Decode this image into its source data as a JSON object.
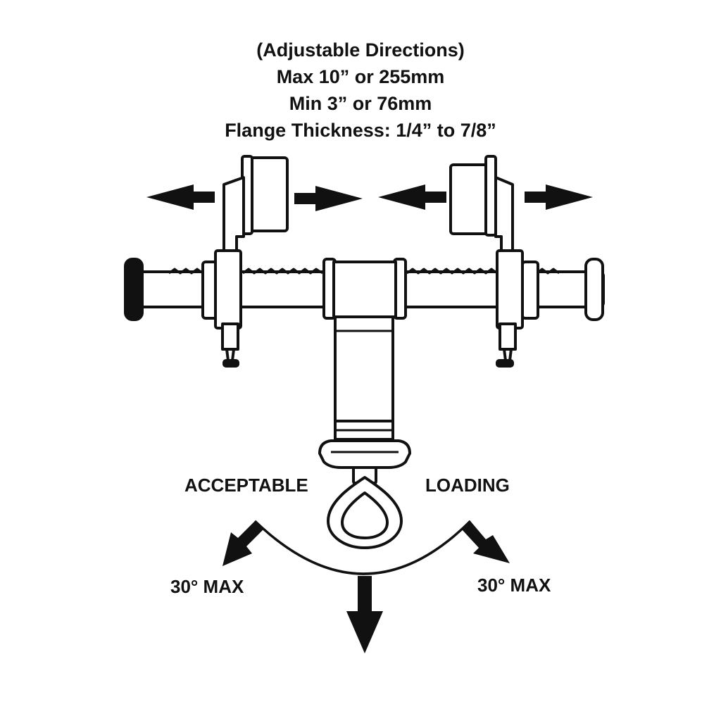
{
  "header": {
    "line1": "(Adjustable Directions)",
    "line2": "Max 10” or 255mm",
    "line3": "Min 3” or 76mm",
    "line4": "Flange Thickness: 1/4” to 7/8”"
  },
  "labels": {
    "acceptable": "ACCEPTABLE",
    "loading": "LOADING",
    "left_max": "30° MAX",
    "right_max": "30° MAX"
  },
  "colors": {
    "ink": "#111111",
    "background": "#ffffff"
  },
  "icons": [
    "arrow-left-icon",
    "arrow-right-icon",
    "arrow-down-icon",
    "beam-anchor-icon",
    "swivel-eye-icon",
    "load-arc-icon"
  ]
}
